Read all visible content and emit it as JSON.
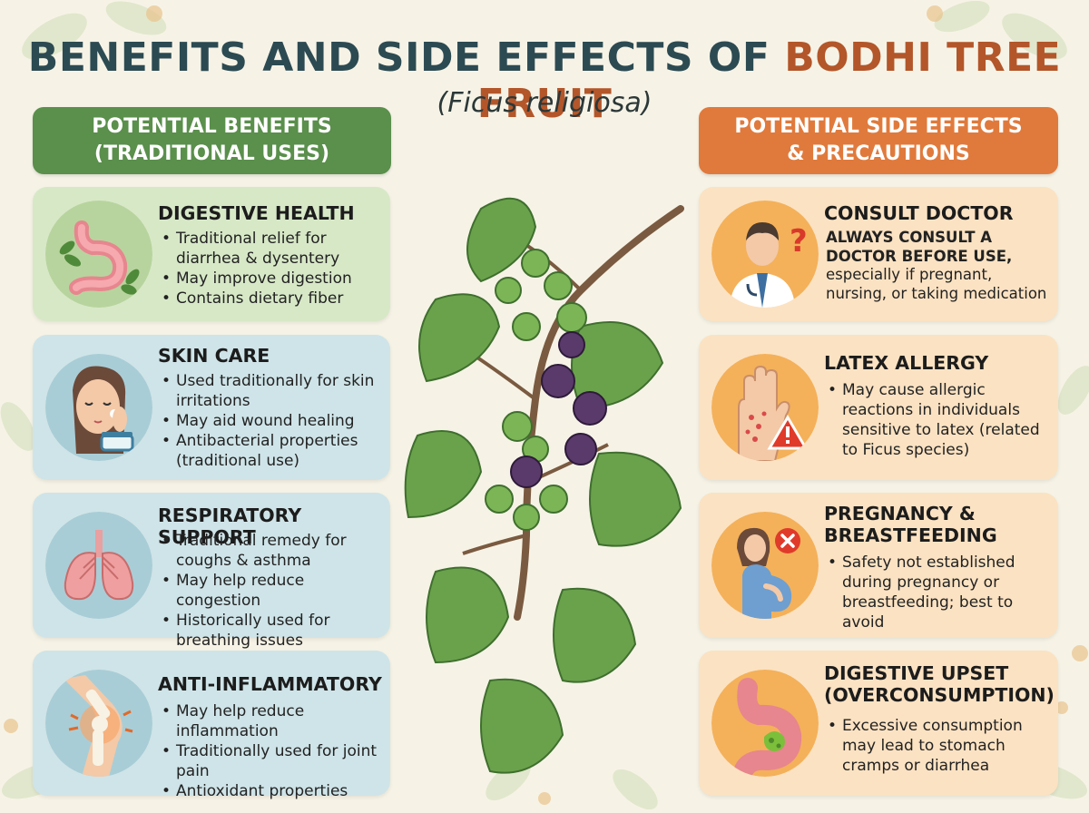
{
  "title": {
    "main": "BENEFITS AND SIDE EFFECTS OF ",
    "accent": "BODHI TREE FRUIT",
    "subtitle": "(Ficus religiosa)"
  },
  "benefits_header": {
    "line1": "POTENTIAL BENEFITS",
    "line2": "(TRADITIONAL USES)"
  },
  "side_effects_header": {
    "line1": "POTENTIAL SIDE EFFECTS",
    "line2": "& PRECAUTIONS"
  },
  "benefits": [
    {
      "heading": "DIGESTIVE HEALTH",
      "icon": "stomach-herb-icon",
      "bullets": [
        "Traditional relief for diarrhea & dysentery",
        "May improve digestion",
        "Contains dietary fiber"
      ]
    },
    {
      "heading": "SKIN CARE",
      "icon": "face-cream-icon",
      "bullets": [
        "Used traditionally for skin irritations",
        "May aid wound healing",
        "Antibacterial properties (traditional use)"
      ]
    },
    {
      "heading": "RESPIRATORY SUPPORT",
      "icon": "lungs-icon",
      "bullets": [
        "Traditional remedy for coughs & asthma",
        "May help reduce congestion",
        "Historically used for breathing issues"
      ]
    },
    {
      "heading": "ANTI-INFLAMMATORY",
      "icon": "knee-joint-icon",
      "bullets": [
        "May help reduce inflammation",
        "Traditionally used for joint pain",
        "Antioxidant properties"
      ]
    }
  ],
  "side_effects": [
    {
      "heading": "CONSULT DOCTOR",
      "icon": "doctor-question-icon",
      "bold_text": "ALWAYS CONSULT A DOCTOR BEFORE USE,",
      "text": "especially if pregnant, nursing, or taking medication"
    },
    {
      "heading": "LATEX ALLERGY",
      "icon": "hand-rash-warning-icon",
      "bullets": [
        "May cause allergic reactions in individuals sensitive to latex (related to Ficus species)"
      ]
    },
    {
      "heading": "PREGNANCY & BREASTFEEDING",
      "icon": "pregnant-woman-icon",
      "bullets": [
        "Safety not established during pregnancy or breastfeeding; best to avoid"
      ]
    },
    {
      "heading": "DIGESTIVE UPSET (OVERCONSUMPTION)",
      "icon": "upset-stomach-icon",
      "bullets": [
        "Excessive consumption may lead to stomach cramps or diarrhea"
      ]
    }
  ],
  "center_image": {
    "icon": "bodhi-branch-fruit-icon"
  },
  "colors": {
    "title": "#2c4a52",
    "accent": "#b3562a",
    "benefits_header": "#5a8f4c",
    "side_effects_header": "#e07a3c",
    "green_card": "#d7e8c7",
    "blue_card": "#cfe4e8",
    "orange_card": "#fbe2c2"
  }
}
